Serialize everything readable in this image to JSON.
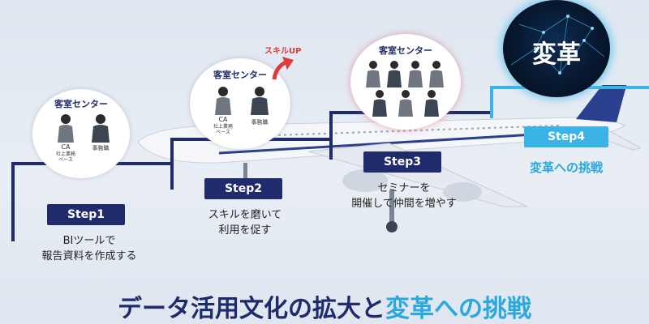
{
  "colors": {
    "navy": "#1f2b6b",
    "light_blue": "#2aa8df",
    "skill_red": "#e03a3a"
  },
  "steps": [
    {
      "label": "Step1",
      "caption_line1": "BIツールで",
      "caption_line2": "報告資料を作成する"
    },
    {
      "label": "Step2",
      "caption_line1": "スキルを磨いて",
      "caption_line2": "利用を促す"
    },
    {
      "label": "Step3",
      "caption_line1": "セミナーを",
      "caption_line2": "開催して仲間を増やす"
    },
    {
      "label": "Step4",
      "caption_line1": "変革への挑戦"
    }
  ],
  "circles": {
    "c1": {
      "title": "客室センター",
      "left_label": "CA",
      "left_sub": "社上業務\nベース",
      "right_label": "事務職"
    },
    "c2": {
      "title": "客室センター",
      "left_label": "CA",
      "left_sub": "社上業務\nベース",
      "right_label": "事務職"
    },
    "c3": {
      "title": "客室センター"
    }
  },
  "skill_up": "スキルUP",
  "henkaku": "変革",
  "bottom_title": {
    "part1": "データ活用文化の拡大と",
    "part2": "変革への挑戦"
  }
}
